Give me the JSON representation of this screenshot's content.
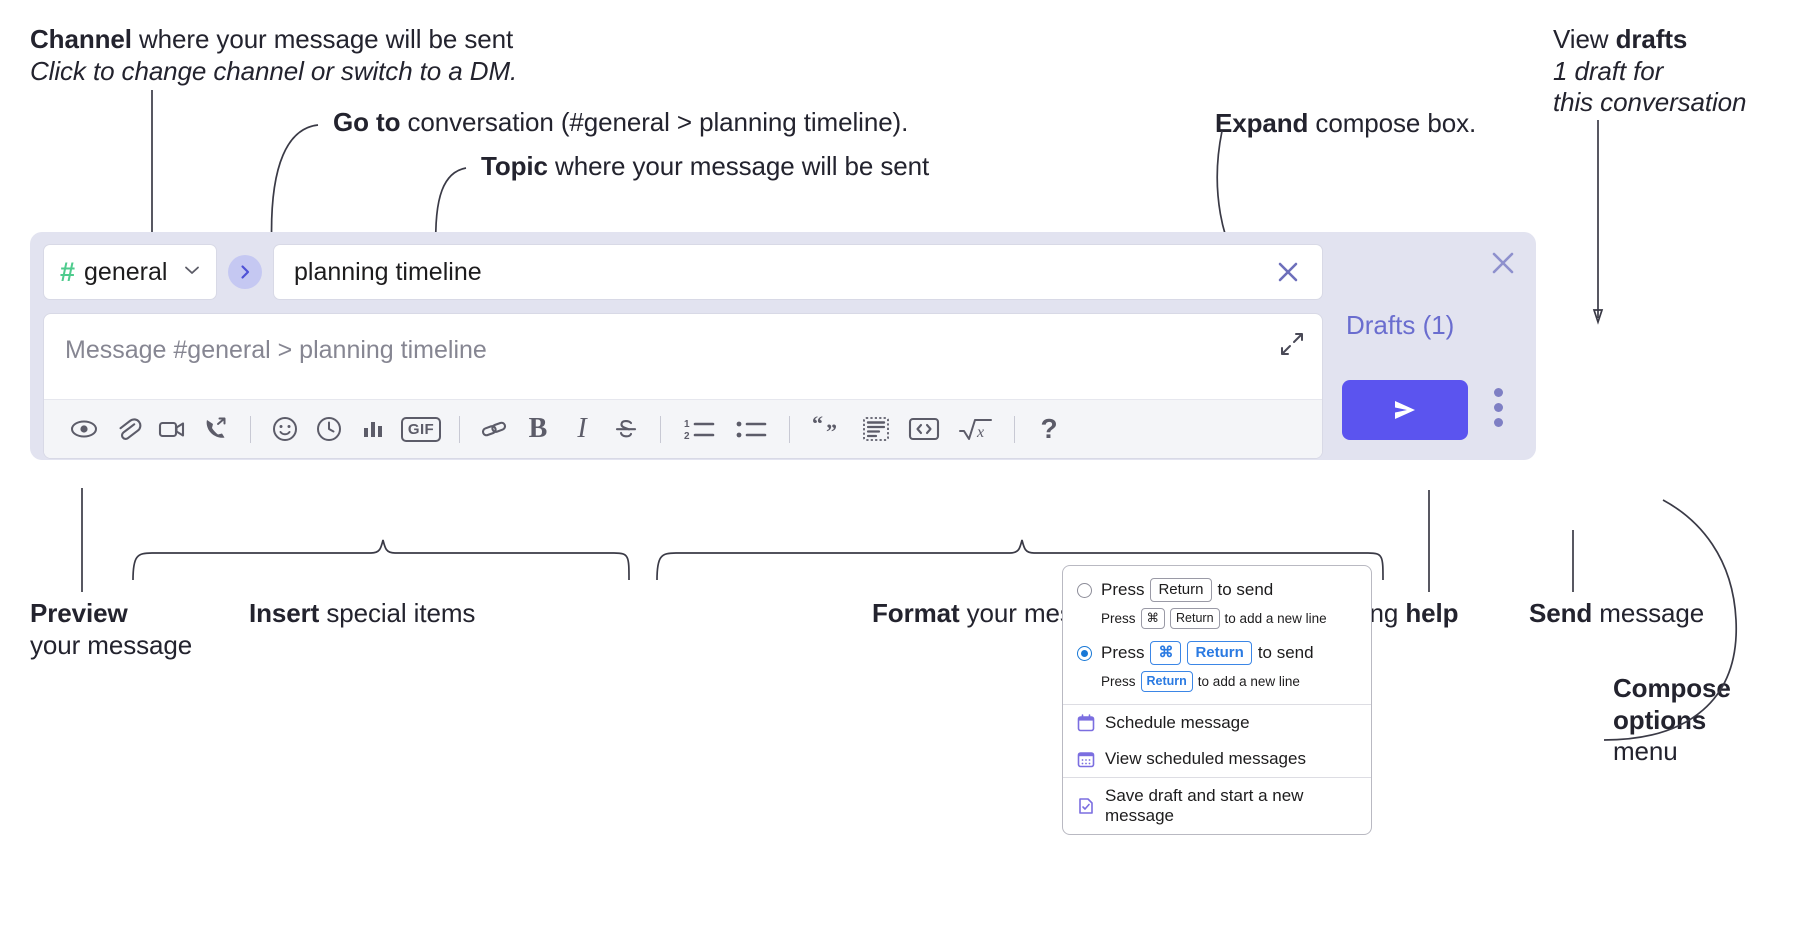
{
  "annotations": {
    "channel": {
      "bold": "Channel",
      "rest": " where your message will be sent",
      "italic": "Click to change channel or switch to a DM."
    },
    "goto": {
      "bold": "Go to",
      "rest": " conversation (#general > planning timeline)."
    },
    "topic": {
      "bold": "Topic",
      "rest": " where your message will be sent"
    },
    "expand": {
      "bold": "Expand",
      "rest": " compose box."
    },
    "drafts": {
      "line1_plain": "View ",
      "line1_bold": "drafts",
      "line2": "1 draft for",
      "line3": "this conversation"
    },
    "preview": {
      "bold": "Preview",
      "rest": "your message"
    },
    "insert": {
      "bold": "Insert",
      "rest": " special items"
    },
    "format": {
      "bold": "Format",
      "rest": " your message"
    },
    "formatting_help": {
      "plain": "Formatting ",
      "bold": "help"
    },
    "send": {
      "bold": "Send",
      "rest": " message"
    },
    "compose_options": {
      "bold_line1": "Compose",
      "bold_line2": "options",
      "plain_line3": "menu"
    }
  },
  "compose": {
    "channel_name": "general",
    "hash_symbol": "#",
    "topic_value": "planning timeline",
    "message_placeholder": "Message #general > planning timeline",
    "drafts_label": "Drafts (1)",
    "toolbar_icons": [
      "preview-eye-icon",
      "attachment-paperclip-icon",
      "video-camera-icon",
      "phone-forward-icon",
      "emoji-smiley-icon",
      "clock-icon",
      "poll-bar-chart-icon",
      "gif-icon",
      "link-icon",
      "bold-icon",
      "italic-icon",
      "strikethrough-icon",
      "ordered-list-icon",
      "bulleted-list-icon",
      "blockquote-icon",
      "code-block-icon",
      "inline-code-icon",
      "math-icon",
      "formatting-help-icon"
    ],
    "gif_label": "GIF",
    "bold_label": "B",
    "italic_label": "I",
    "help_label": "?"
  },
  "popup": {
    "options": [
      {
        "selected": false,
        "main_prefix": "Press",
        "main_keys": [
          "Return"
        ],
        "main_suffix": "to send",
        "sub_prefix": "Press",
        "sub_keys": [
          "⌘",
          "Return"
        ],
        "sub_suffix": "to add a new line"
      },
      {
        "selected": true,
        "main_prefix": "Press",
        "main_keys": [
          "⌘",
          "Return"
        ],
        "main_suffix": "to send",
        "sub_prefix": "Press",
        "sub_keys": [
          "Return"
        ],
        "sub_suffix": "to add a new line"
      }
    ],
    "menu_items": [
      {
        "label": "Schedule message",
        "icon": "calendar-schedule-icon"
      },
      {
        "label": "View scheduled messages",
        "icon": "calendar-grid-icon"
      },
      {
        "label": "Save draft and start a new message",
        "icon": "save-draft-icon"
      }
    ]
  },
  "colors": {
    "panel_bg": "#e2e3f0",
    "send_button": "#5b54ef",
    "hash_green": "#4ecb8d",
    "drafts_link": "#6a6dcf",
    "goto_bubble": "#c5c8f2",
    "radio_blue": "#1878d6"
  }
}
